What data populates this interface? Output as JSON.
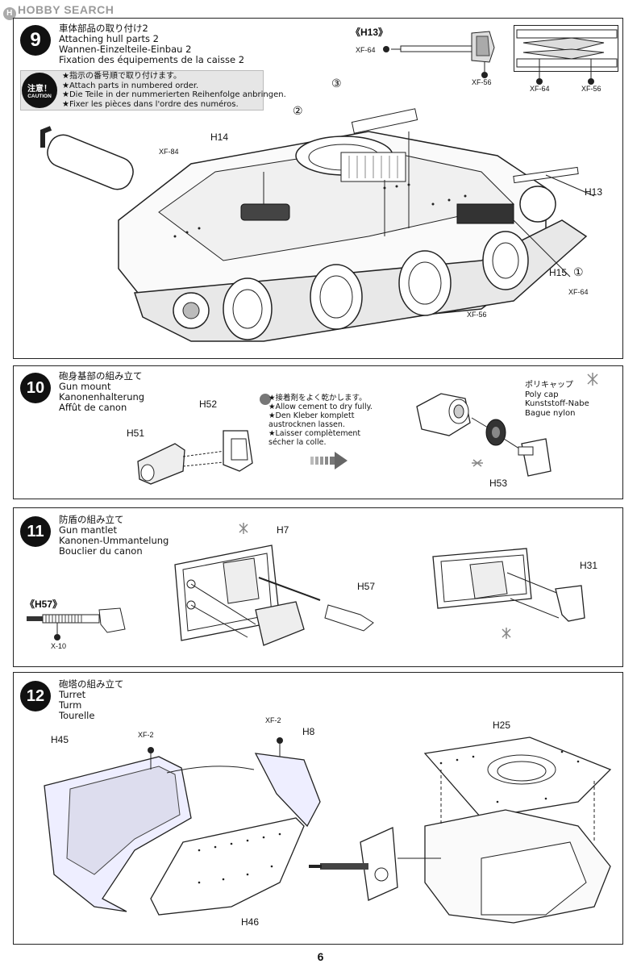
{
  "watermark": "HOBBY SEARCH",
  "page_number": "6",
  "steps": [
    {
      "number": "9",
      "titles": [
        "車体部品の取り付け2",
        "Attaching hull parts 2",
        "Wannen-Einzelteile-Einbau 2",
        "Fixation des équipements de la caisse 2"
      ],
      "caution_label": "注意！",
      "caution_sub": "CAUTION",
      "caution_lines": [
        "★指示の番号順で取り付けます。",
        "★Attach parts in numbered order.",
        "★Die Teile in der nummerierten Reihenfolge anbringen.",
        "★Fixer les pièces dans l'ordre des numéros."
      ],
      "labels": {
        "h13_box": "《H13》",
        "h13": "H13",
        "h14": "H14",
        "h15": "H15",
        "order1": "①",
        "order2": "②",
        "order3": "③"
      },
      "paints": {
        "xf64_a": "XF-64",
        "xf56_a": "XF-56",
        "xf64_b": "XF-64",
        "xf56_b": "XF-56",
        "xf84": "XF-84",
        "xf64_c": "XF-64",
        "xf56_c": "XF-56"
      }
    },
    {
      "number": "10",
      "titles": [
        "砲身基部の組み立て",
        "Gun mount",
        "Kanonenhalterung",
        "Affût de canon"
      ],
      "note_lines": [
        "★接着剤をよく乾かします。",
        "★Allow cement to dry fully.",
        "★Den Kleber komplett",
        "austrocknen lassen.",
        "★Laisser complètement",
        "sécher la colle."
      ],
      "poly_lines": [
        "ポリキャップ",
        "Poly cap",
        "Kunststoff-Nabe",
        "Bague nylon"
      ],
      "labels": {
        "h51": "H51",
        "h52": "H52",
        "h53": "H53"
      }
    },
    {
      "number": "11",
      "titles": [
        "防盾の組み立て",
        "Gun mantlet",
        "Kanonen-Ummantelung",
        "Bouclier du canon"
      ],
      "labels": {
        "h57_box": "《H57》",
        "x10": "X-10",
        "h7": "H7",
        "h57": "H57",
        "h31": "H31"
      }
    },
    {
      "number": "12",
      "titles": [
        "砲塔の組み立て",
        "Turret",
        "Turm",
        "Tourelle"
      ],
      "labels": {
        "h45": "H45",
        "h8": "H8",
        "h25": "H25",
        "h46": "H46"
      },
      "paints": {
        "xf2_a": "XF-2",
        "xf2_b": "XF-2"
      }
    }
  ]
}
